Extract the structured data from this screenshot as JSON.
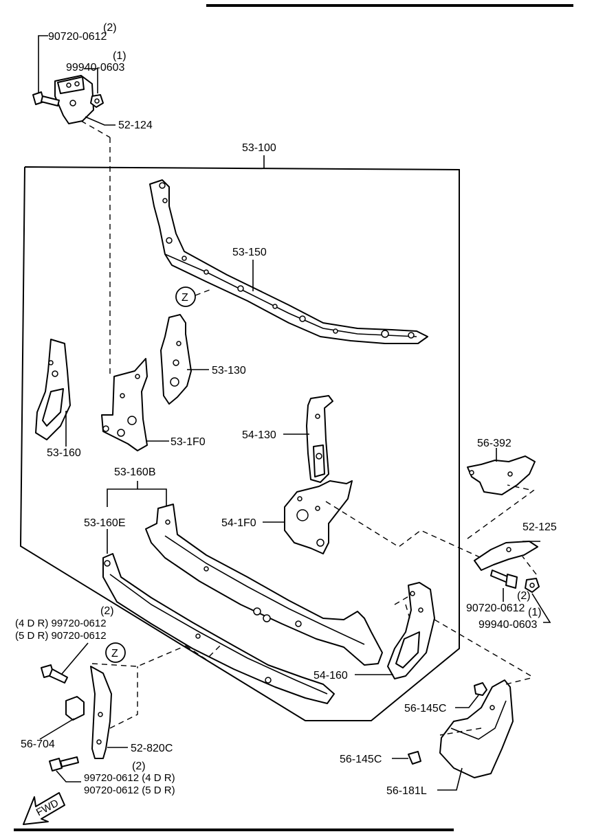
{
  "labels": {
    "bolt_top": "90720-0612",
    "bolt_top_qty": "(2)",
    "nut_top": "99940-0603",
    "nut_top_qty": "(1)",
    "bracket_top": "52-124",
    "assembly": "53-100",
    "upper_member": "53-150",
    "z_marker_1": "Z",
    "bracket_53_130": "53-130",
    "side_53_160": "53-160",
    "bracket_53_1f0": "53-1F0",
    "member_54_130": "54-130",
    "lower_53_160b": "53-160B",
    "lower_53_160e": "53-160E",
    "bracket_54_1f0": "54-1F0",
    "part_54_160": "54-160",
    "bracket_56_392": "56-392",
    "bracket_52_125": "52-125",
    "bolt_right": "90720-0612",
    "bolt_right_qty": "(2)",
    "nut_right": "99940-0603",
    "nut_right_qty": "(1)",
    "bolt_left_qty": "(2)",
    "bolt_left_4dr": "(4 D R) 99720-0612",
    "bolt_left_5dr": "(5 D R) 90720-0612",
    "z_marker_2": "Z",
    "cap_56_704": "56-704",
    "bracket_52_820c": "52-820C",
    "bolt_bottom_qty": "(2)",
    "bolt_bottom_4dr": "99720-0612 (4 D R)",
    "bolt_bottom_5dr": "90720-0612 (5 D R)",
    "clip_56_145c_a": "56-145C",
    "clip_56_145c_b": "56-145C",
    "shield_56_181l": "56-181L",
    "fwd": "FWD"
  }
}
